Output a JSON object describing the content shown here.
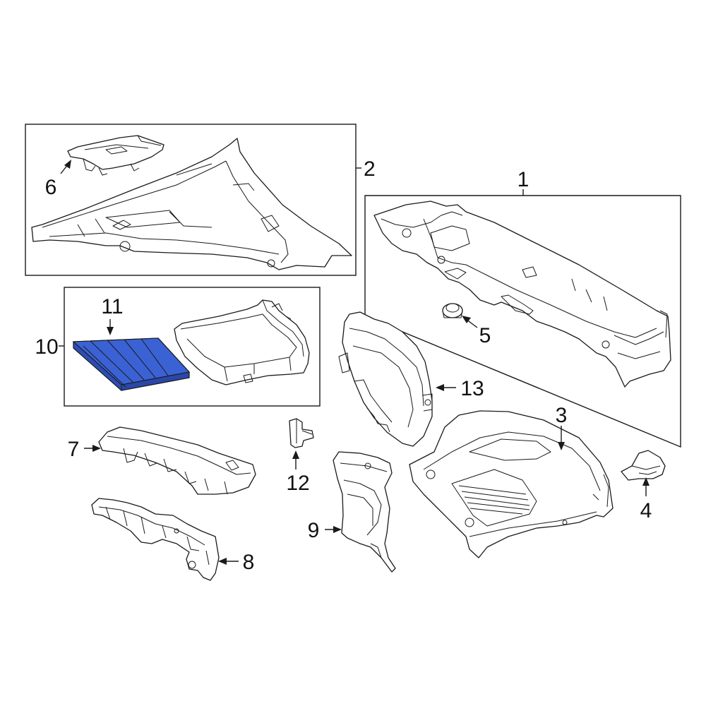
{
  "diagram": {
    "highlight_color": "#3558c8",
    "line_color": "#1a1a1a",
    "callouts": {
      "c1": "1",
      "c2": "2",
      "c3": "3",
      "c4": "4",
      "c5": "5",
      "c6": "6",
      "c7": "7",
      "c8": "8",
      "c9": "9",
      "c10": "10",
      "c11": "11",
      "c12": "12",
      "c13": "13"
    }
  }
}
